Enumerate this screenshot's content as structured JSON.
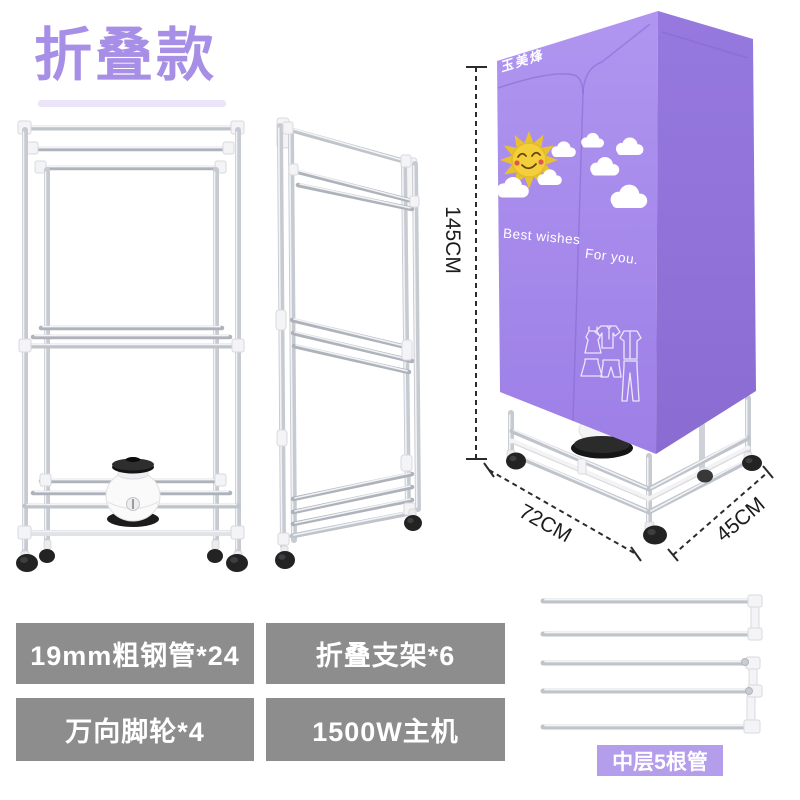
{
  "title": {
    "text": "折叠款",
    "color": "#a78ee6"
  },
  "dryer": {
    "brand": "玉美烽",
    "slogan_left": "Best wishes",
    "slogan_right": "For you.",
    "height_label": "145CM",
    "width_label": "72CM",
    "depth_label": "45CM",
    "front_color": "#a88ced",
    "side_color": "#9477da"
  },
  "spec_boxes": {
    "bg_color": "#8d8d8d",
    "items": [
      {
        "label": "19mm粗钢管*24"
      },
      {
        "label": "折叠支架*6"
      },
      {
        "label": "万向脚轮*4"
      },
      {
        "label": "1500W主机"
      }
    ]
  },
  "tube_rack": {
    "label": "中层5根管",
    "label_bg": "#b49dea",
    "tube_count": 5
  },
  "icons": {
    "sun": "smiling-sun-icon",
    "cloud": "cloud-icon",
    "clothes": [
      "dress",
      "shirt",
      "coat",
      "skirt",
      "shorts",
      "pants"
    ]
  }
}
